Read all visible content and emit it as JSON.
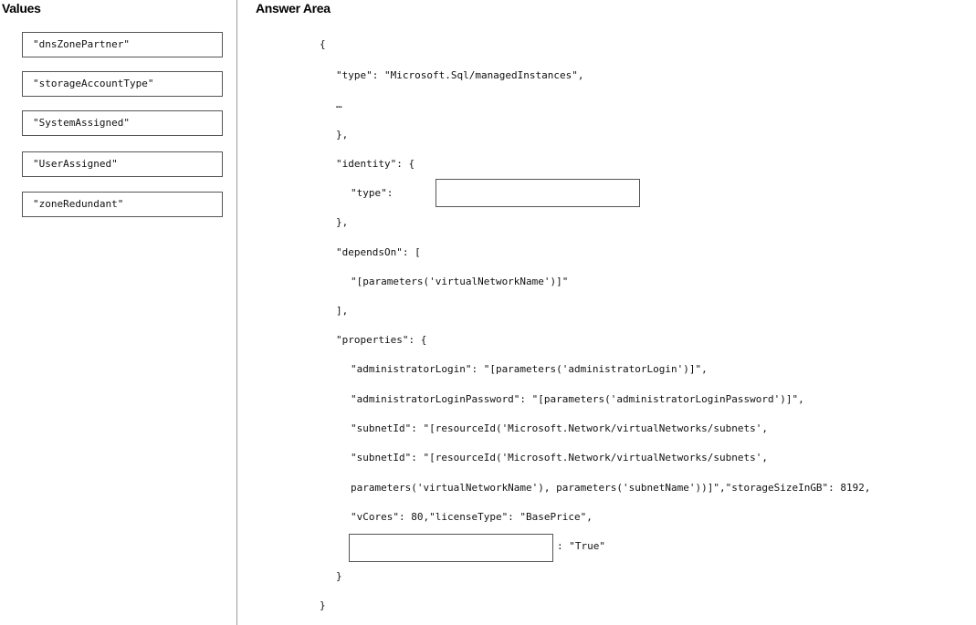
{
  "values_panel": {
    "title": "Values",
    "items": [
      "\"dnsZonePartner\"",
      "\"storageAccountType\"",
      "\"SystemAssigned\"",
      "\"UserAssigned\"",
      "\"zoneRedundant\""
    ]
  },
  "answer_area": {
    "title": "Answer Area",
    "lines": [
      "{",
      "\"type\": \"Microsoft.Sql/managedInstances\",",
      "…",
      "},",
      "\"identity\": {",
      "\"type\":",
      "},",
      "\"dependsOn\": [",
      "\"[parameters('virtualNetworkName')]\"",
      "],",
      "\"properties\": {",
      "\"administratorLogin\": \"[parameters('administratorLogin')]\",",
      "\"administratorLoginPassword\": \"[parameters('administratorLoginPassword')]\",",
      "\"subnetId\": \"[resourceId('Microsoft.Network/virtualNetworks/subnets',",
      "\"subnetId\": \"[resourceId('Microsoft.Network/virtualNetworks/subnets',",
      "parameters('virtualNetworkName'), parameters('subnetName'))]\",\"storageSizeInGB\": 8192,",
      "\"vCores\": 80,\"licenseType\": \"BasePrice\",",
      ": \"True\"",
      "}",
      "}"
    ]
  }
}
